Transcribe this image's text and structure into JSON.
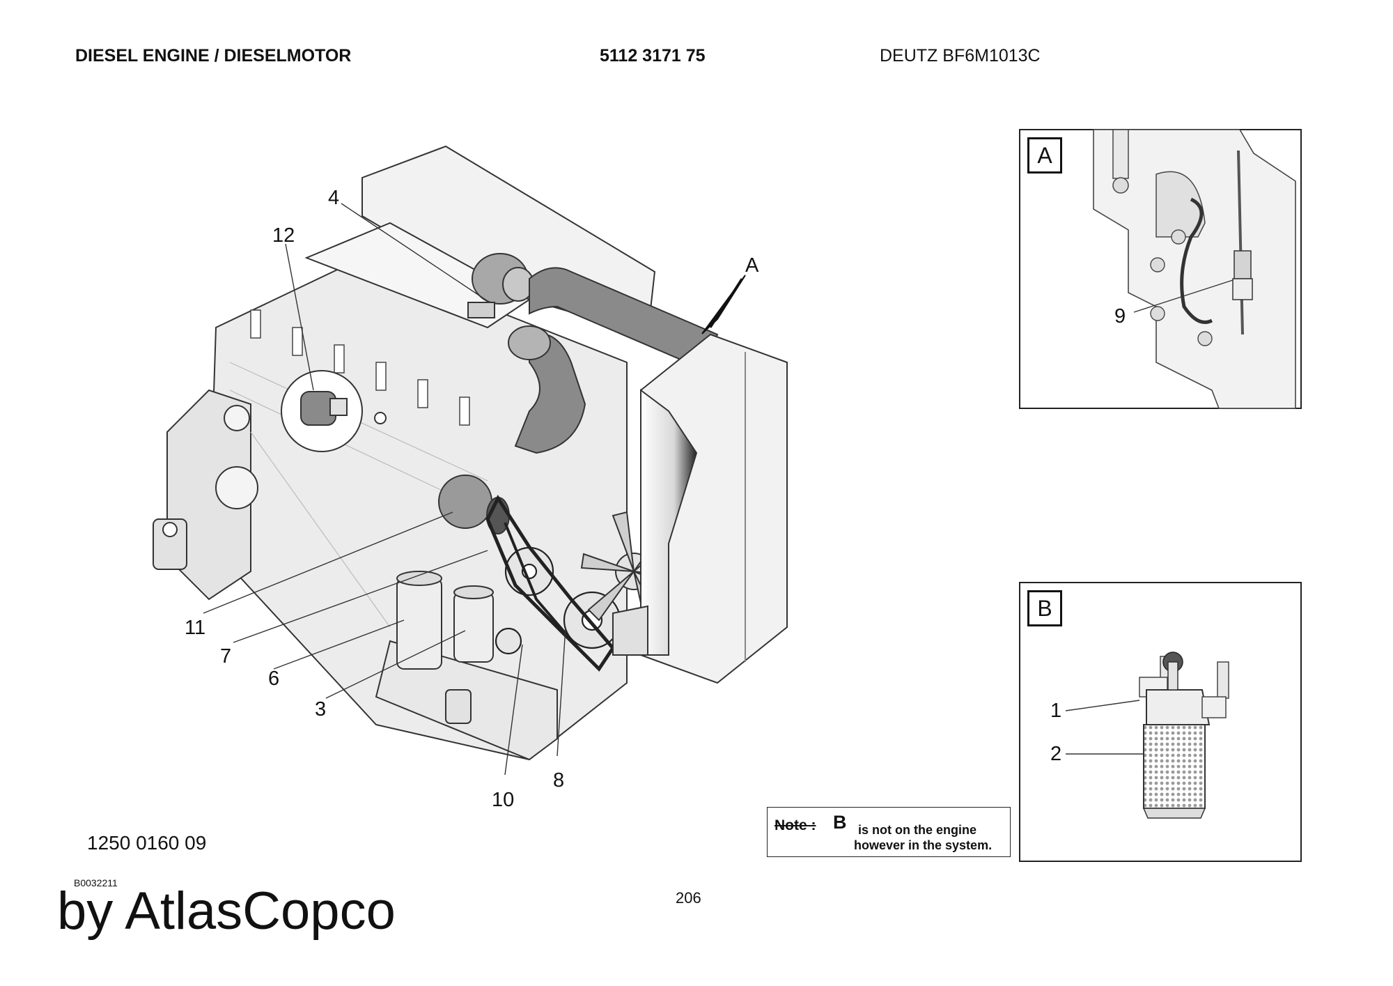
{
  "header": {
    "title": "DIESEL ENGINE / DIESELMOTOR",
    "part_number": "5112 3171 75",
    "engine_model": "DEUTZ BF6M1013C"
  },
  "callouts": {
    "c1": "1",
    "c2": "2",
    "c3": "3",
    "c4": "4",
    "c6": "6",
    "c7": "7",
    "c8": "8",
    "c9": "9",
    "c10": "10",
    "c11": "11",
    "c12": "12",
    "cA": "A"
  },
  "detail_a": {
    "letter": "A"
  },
  "detail_b": {
    "letter": "B"
  },
  "note": {
    "label": "Note :",
    "letter": "B",
    "line1": "is not on the engine",
    "line2": "however in the system."
  },
  "figure_number": "1250 0160 09",
  "reference_code": "B0032211",
  "page_number": "206",
  "brand": "by AtlasCopco",
  "colors": {
    "ink": "#111111",
    "engine_fill": "#ececec",
    "hose_fill": "#8a8a8a"
  }
}
